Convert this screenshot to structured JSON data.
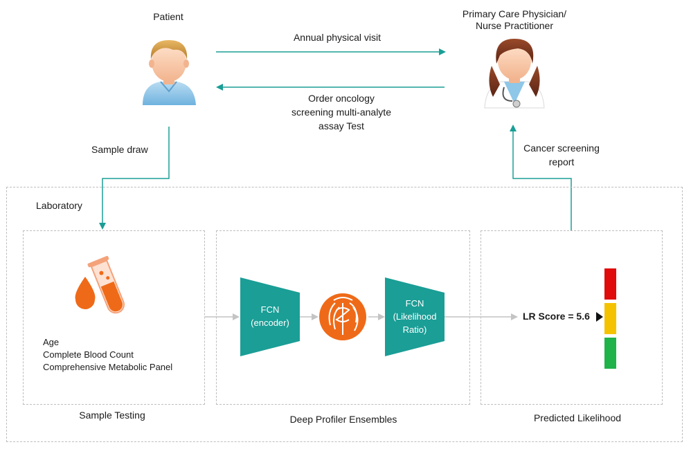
{
  "patient": {
    "label": "Patient"
  },
  "physician": {
    "line1": "Primary Care Physician/",
    "line2": "Nurse Practitioner"
  },
  "arrows": {
    "annual_visit": "Annual physical visit",
    "order_test": [
      "Order oncology",
      "screening multi-analyte",
      "assay Test"
    ],
    "sample_draw": "Sample draw",
    "report": [
      "Cancer screening",
      "report"
    ]
  },
  "laboratory": {
    "label": "Laboratory"
  },
  "sample_testing": {
    "inputs": [
      "Age",
      "Complete Blood Count",
      "Comprehensive Metabolic Panel"
    ],
    "caption": "Sample Testing"
  },
  "deep_profiler": {
    "encoder": [
      "FCN",
      "(encoder)"
    ],
    "likelihood": [
      "FCN",
      "(Likelihood",
      "Ratio)"
    ],
    "caption": "Deep Profiler Ensembles"
  },
  "predicted": {
    "score_text": "LR Score = 5.6",
    "caption": "Predicted Likelihood",
    "levels": [
      "#e00b0b",
      "#f5c200",
      "#1fb34a"
    ]
  },
  "colors": {
    "teal": "#1a9e96",
    "orange": "#ef6a18",
    "arrow_gray": "#c4c4c4"
  }
}
